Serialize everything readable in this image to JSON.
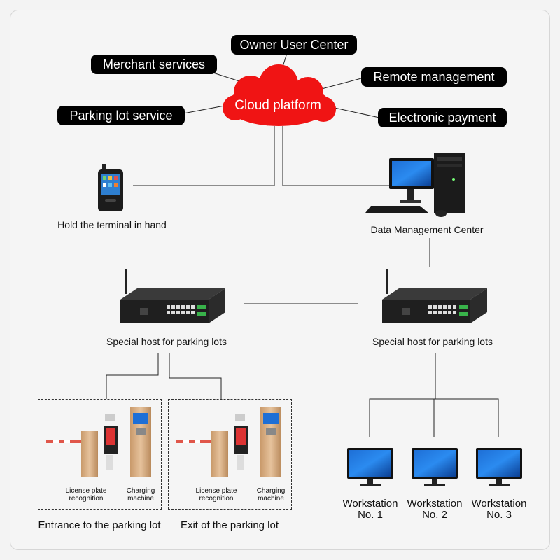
{
  "services": {
    "owner_user_center": "Owner User Center",
    "merchant_services": "Merchant services",
    "remote_management": "Remote management",
    "parking_lot_service": "Parking lot service",
    "electronic_payment": "Electronic payment"
  },
  "cloud": {
    "label": "Cloud platform",
    "color": "#f01414"
  },
  "terminal": {
    "label": "Hold the terminal in hand"
  },
  "data_center": {
    "label": "Data Management Center"
  },
  "hosts": {
    "left_label": "Special host for parking lots",
    "right_label": "Special host for parking lots"
  },
  "entrance": {
    "lpr_line1": "License plate",
    "lpr_line2": "recognition",
    "charge_line1": "Charging",
    "charge_line2": "machine",
    "caption": "Entrance to the parking lot"
  },
  "exit": {
    "lpr_line1": "License plate",
    "lpr_line2": "recognition",
    "charge_line1": "Charging",
    "charge_line2": "machine",
    "caption": "Exit of the parking lot"
  },
  "workstations": [
    {
      "line1": "Workstation",
      "line2": "No. 1"
    },
    {
      "line1": "Workstation",
      "line2": "No. 2"
    },
    {
      "line1": "Workstation",
      "line2": "No. 3"
    }
  ]
}
